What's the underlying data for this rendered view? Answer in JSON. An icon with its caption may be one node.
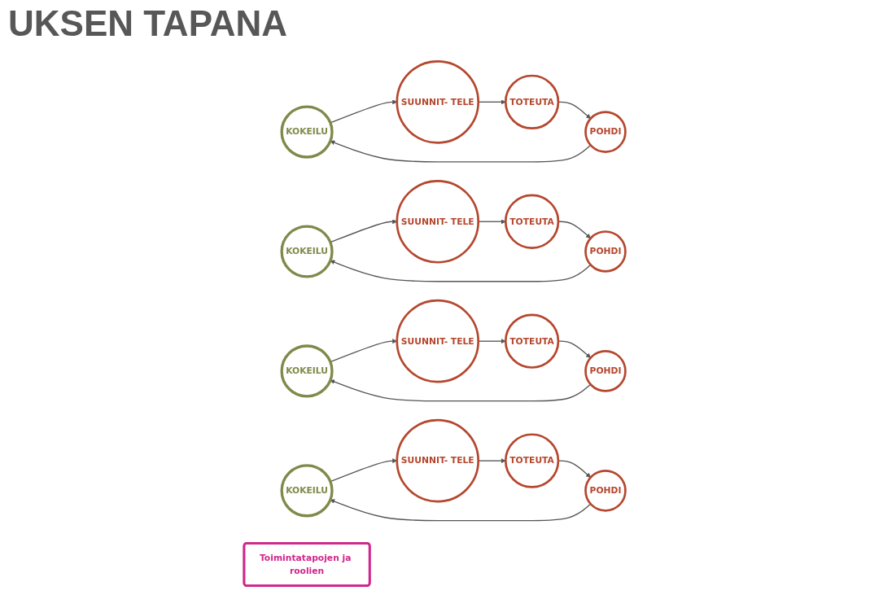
{
  "diagram": {
    "title": "UKSEN TAPANA",
    "nodes": [
      {
        "text": [
          "KOKEILU"
        ]
      },
      {
        "text": [
          "SUUNNIT- TELE"
        ]
      },
      {
        "text": [
          "TOTEUTA"
        ]
      },
      {
        "text": [
          "POHDI"
        ]
      },
      {
        "text": [
          "KOKEILU"
        ]
      },
      {
        "text": [
          "SUUNNIT- TELE"
        ]
      },
      {
        "text": [
          "TOTEUTA"
        ]
      },
      {
        "text": [
          "POHDI"
        ]
      },
      {
        "text": [
          "KOKEILU"
        ]
      },
      {
        "text": [
          "SUUNNIT- TELE"
        ]
      },
      {
        "text": [
          "TOTEUTA"
        ]
      },
      {
        "text": [
          "POHDI"
        ]
      },
      {
        "text": [
          "KOKEILU"
        ]
      },
      {
        "text": [
          "SUUNNIT- TELE"
        ]
      },
      {
        "text": [
          "TOTEUTA"
        ]
      },
      {
        "text": [
          "POHDI"
        ]
      },
      {
        "text": [
          "Toimintatapojen ja roolien"
        ]
      }
    ],
    "edges": [
      {
        "from": 0,
        "to": 1,
        "arrow": "to"
      },
      {
        "from": 1,
        "to": 2,
        "arrow": "to"
      },
      {
        "from": 2,
        "to": 3,
        "arrow": "to"
      },
      {
        "from": 3,
        "to": 0,
        "arrow": "to"
      },
      {
        "from": 4,
        "to": 5,
        "arrow": "to"
      },
      {
        "from": 5,
        "to": 6,
        "arrow": "to"
      },
      {
        "from": 6,
        "to": 7,
        "arrow": "to"
      },
      {
        "from": 7,
        "to": 4,
        "arrow": "to"
      },
      {
        "from": 8,
        "to": 9,
        "arrow": "to"
      },
      {
        "from": 9,
        "to": 10,
        "arrow": "to"
      },
      {
        "from": 10,
        "to": 11,
        "arrow": "to"
      },
      {
        "from": 11,
        "to": 8,
        "arrow": "to"
      },
      {
        "from": 12,
        "to": 13,
        "arrow": "to"
      },
      {
        "from": 13,
        "to": 14,
        "arrow": "to"
      },
      {
        "from": 14,
        "to": 15,
        "arrow": "to"
      },
      {
        "from": 15,
        "to": 12,
        "arrow": "to"
      }
    ]
  }
}
